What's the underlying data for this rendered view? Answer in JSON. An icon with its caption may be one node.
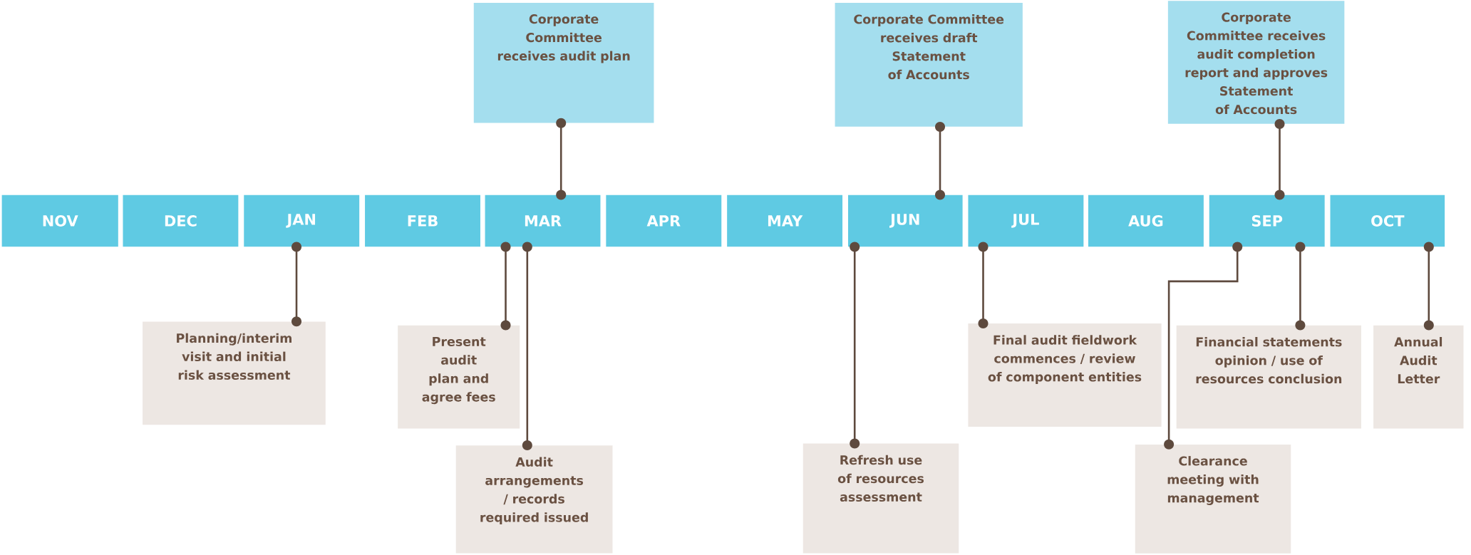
{
  "diagram": {
    "nodes": [
      {
        "text": [
          "Corporate Committee receives audit plan"
        ]
      },
      {
        "text": [
          "Corporate Committee receives draft Statement of Accounts"
        ]
      },
      {
        "text": [
          "Corporate Committee receives audit completion report and approves Statement of Accounts"
        ]
      },
      {
        "text": [
          "NOV"
        ]
      },
      {
        "text": [
          "DEC"
        ]
      },
      {
        "text": [
          "JAN"
        ]
      },
      {
        "text": [
          "FEB"
        ]
      },
      {
        "text": [
          "MAR"
        ]
      },
      {
        "text": [
          "APR"
        ]
      },
      {
        "text": [
          "MAY"
        ]
      },
      {
        "text": [
          "JUN"
        ]
      },
      {
        "text": [
          "JUL"
        ]
      },
      {
        "text": [
          "AUG"
        ]
      },
      {
        "text": [
          "SEP"
        ]
      },
      {
        "text": [
          "OCT"
        ]
      },
      {
        "text": [
          "Planning/interim visit and initial risk assessment"
        ]
      },
      {
        "text": [
          "Present audit plan and agree fees"
        ]
      },
      {
        "text": [
          "Audit arrangements / records required issued"
        ]
      },
      {
        "text": [
          "Refresh use of resources assessment"
        ]
      },
      {
        "text": [
          "Final audit fieldwork commences / review of component entities"
        ]
      },
      {
        "text": [
          "Financial statements opinion / use of resources conclusion"
        ]
      },
      {
        "text": [
          "Clearance meeting with management"
        ]
      },
      {
        "text": [
          "Annual Audit Letter"
        ]
      }
    ],
    "edges": [
      {
        "from": 7,
        "to": 0,
        "arrow": "other"
      },
      {
        "from": 10,
        "to": 1,
        "arrow": "other"
      },
      {
        "from": 13,
        "to": 2,
        "arrow": "other"
      },
      {
        "from": 5,
        "to": 15,
        "arrow": "other"
      },
      {
        "from": 7,
        "to": 16,
        "arrow": "other"
      },
      {
        "from": 7,
        "to": 17,
        "arrow": "other"
      },
      {
        "from": 10,
        "to": 18,
        "arrow": "other"
      },
      {
        "from": 11,
        "to": 19,
        "arrow": "other"
      },
      {
        "from": 13,
        "to": 20,
        "arrow": "other"
      },
      {
        "from": 13,
        "to": 21,
        "arrow": "other"
      },
      {
        "from": 14,
        "to": 22,
        "arrow": "other"
      }
    ]
  }
}
